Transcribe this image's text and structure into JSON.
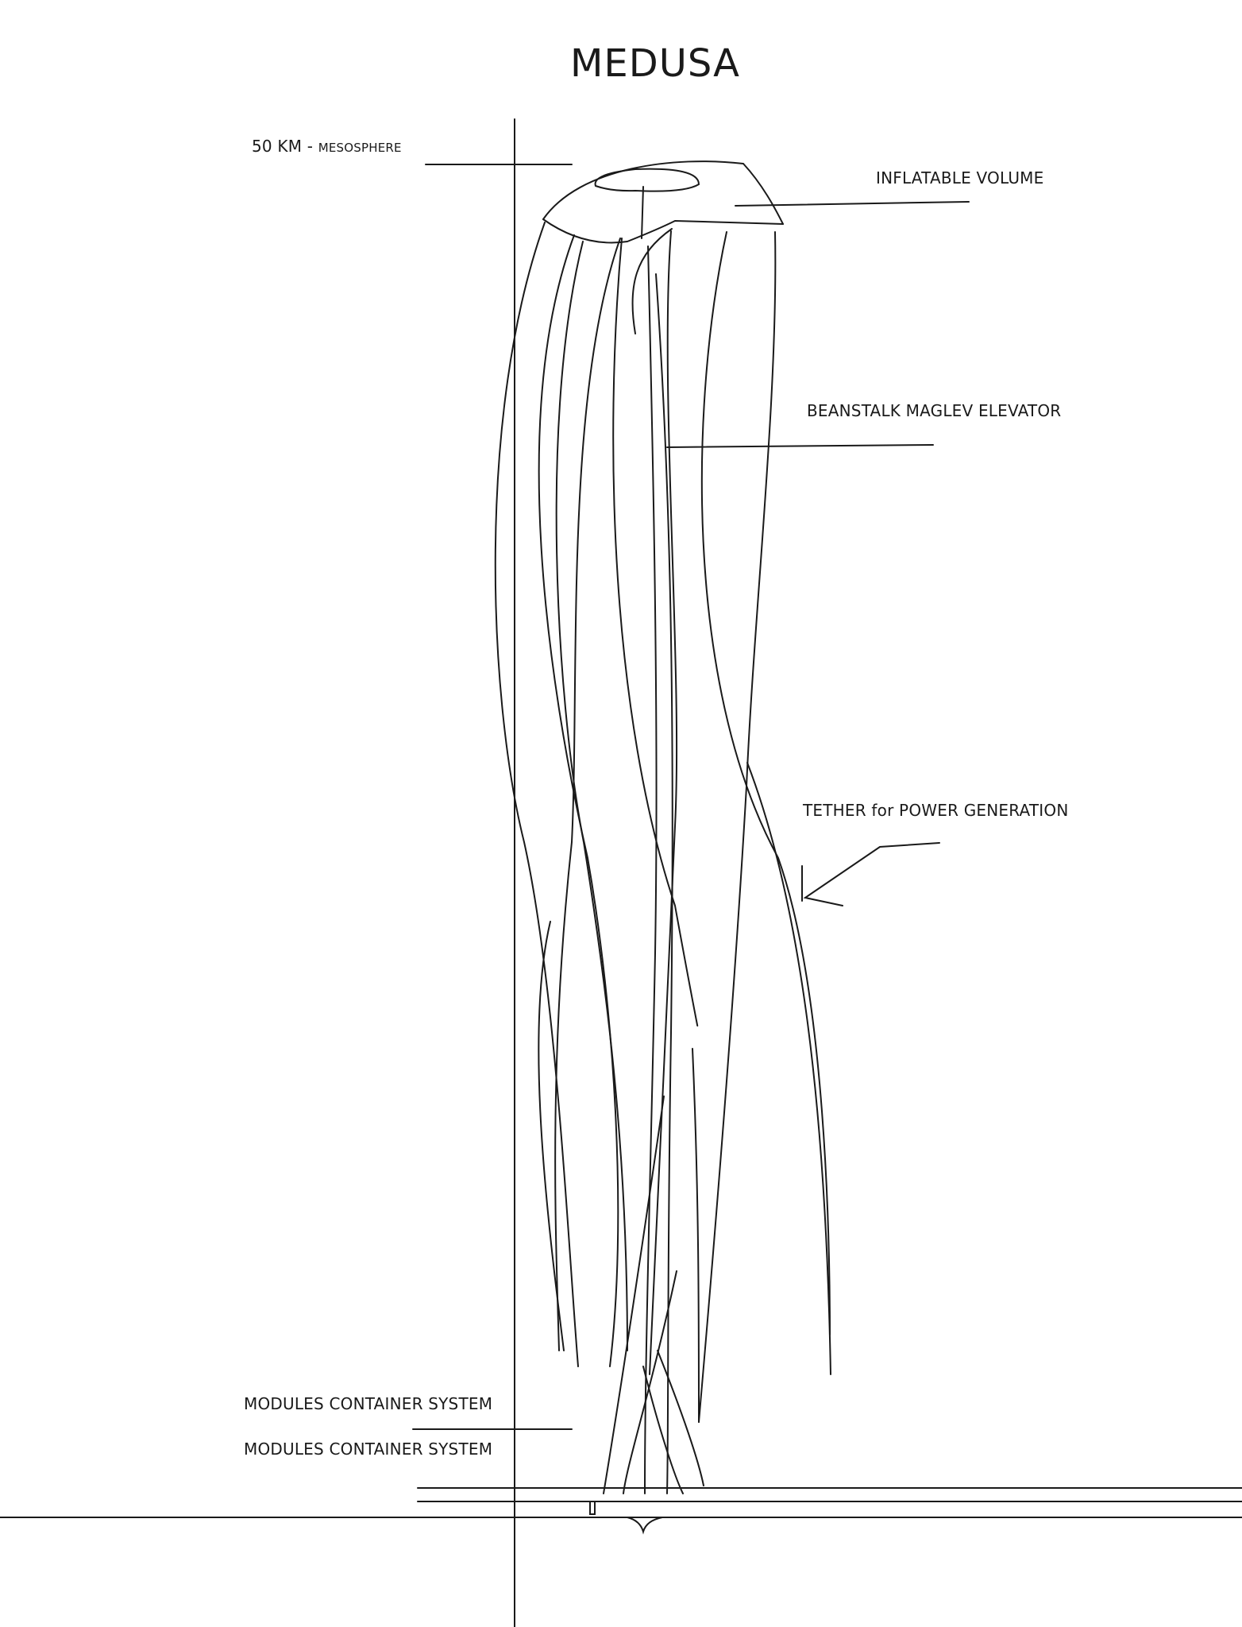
{
  "title": "MEDUSA",
  "labels": {
    "altitude_main": "50 KM -",
    "altitude_layer": "MESOSPHERE",
    "inflatable_volume": "INFLATABLE VOLUME",
    "beanstalk": "BEANSTALK MAGLEV ELEVATOR",
    "tether": "TETHER for POWER GENERATION",
    "modules_1": "MODULES CONTAINER SYSTEM",
    "modules_2": "MODULES CONTAINER SYSTEM"
  },
  "colors": {
    "ink": "#1a1a1a",
    "paper": "#ffffff"
  }
}
